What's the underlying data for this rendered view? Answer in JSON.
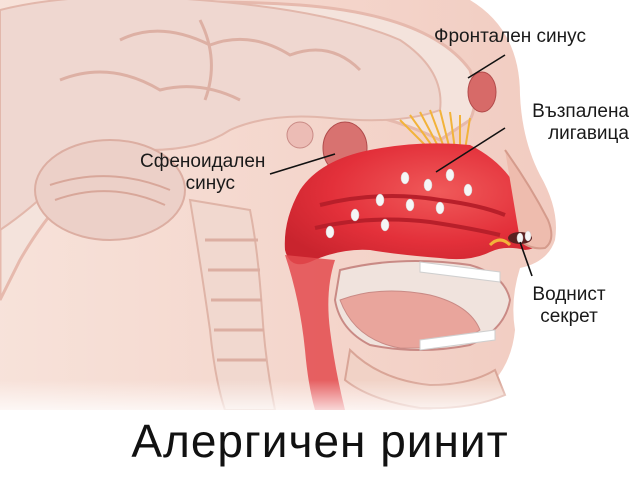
{
  "title": "Алергичен ринит",
  "labels": {
    "frontal_sinus": "Фронтален синус",
    "inflamed_mucosa_line1": "Възпалена",
    "inflamed_mucosa_line2": "лигавица",
    "sphenoid_sinus_line1": "Сфеноидален",
    "sphenoid_sinus_line2": "синус",
    "watery_secretion_line1": "Воднист",
    "watery_secretion_line2": "секрет"
  },
  "colors": {
    "inflamed_tissue": "#e8323c",
    "skin": "#f2c9bc",
    "brain": "#efd6cf",
    "sinus": "#d9706f",
    "mucus_drop": "#f4f4f4",
    "leader_line": "#111111"
  }
}
